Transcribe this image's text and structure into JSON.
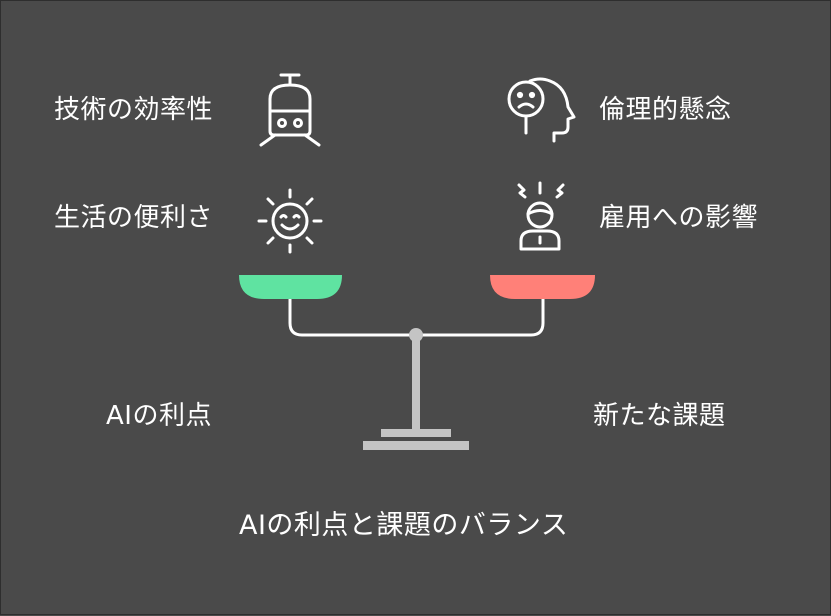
{
  "left": {
    "items": [
      {
        "label": "技術の効率性",
        "icon": "train-icon"
      },
      {
        "label": "生活の便利さ",
        "icon": "smiling-sun-icon"
      }
    ],
    "pan_label": "AIの利点",
    "pan_color": "#5fe3a1"
  },
  "right": {
    "items": [
      {
        "label": "倫理的懸念",
        "icon": "thinking-head-icon"
      },
      {
        "label": "雇用への影響",
        "icon": "stressed-worker-icon"
      }
    ],
    "pan_label": "新たな課題",
    "pan_color": "#ff8078"
  },
  "caption": "AIの利点と課題のバランス"
}
